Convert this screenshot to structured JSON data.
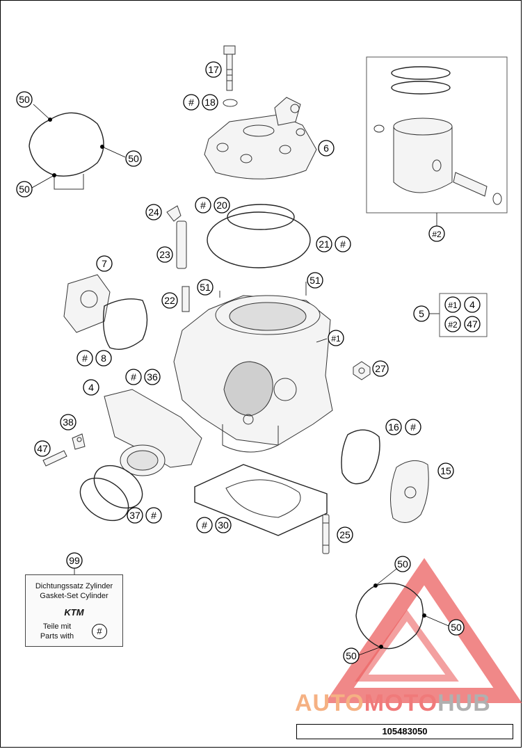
{
  "diagram": {
    "reference_number": "105483050",
    "gasket_kit": {
      "line1": "Dichtungssatz Zylinder",
      "line2": "Gasket-Set Cylinder",
      "logo": "KTM",
      "line3": "Teile mit",
      "line4": "Parts with",
      "marker": "#"
    },
    "watermark": {
      "part1": "AUTO",
      "part2": "MOTO",
      "part3": "HUB",
      "colors": {
        "part1": "#f5b183",
        "part2": "#f07a7a",
        "part3": "#b0b0b0",
        "triangle": "#e84545"
      }
    },
    "callouts": {
      "c17": "17",
      "c18_hash": "#",
      "c18": "18",
      "c6": "6",
      "c50_a": "50",
      "c50_b": "50",
      "c50_c": "50",
      "c2": "#2",
      "c24": "24",
      "c20_hash": "#",
      "c20": "20",
      "c21": "21",
      "c21_hash": "#",
      "c23": "23",
      "c7": "7",
      "c22": "22",
      "c51_a": "51",
      "c51_b": "51",
      "c5": "5",
      "c5_1": "#1",
      "c5_4": "4",
      "c5_2": "#2",
      "c5_47": "47",
      "c1": "#1",
      "c8_hash": "#",
      "c8": "8",
      "c36_hash": "#",
      "c36": "36",
      "c27": "27",
      "c4": "4",
      "c38": "38",
      "c16": "16",
      "c16_hash": "#",
      "c47": "47",
      "c15": "15",
      "c37": "37",
      "c37_hash": "#",
      "c30_hash": "#",
      "c30": "30",
      "c25": "25",
      "c99": "99",
      "c50_d": "50",
      "c50_e": "50",
      "c50_f": "50"
    }
  }
}
